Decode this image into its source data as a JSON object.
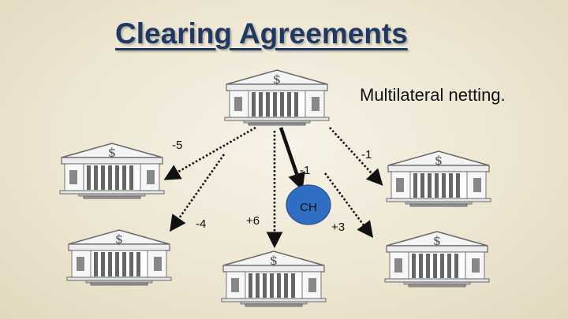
{
  "title": "Clearing Agreements",
  "subtitle": "Multilateral netting.",
  "clearing_house": {
    "label": "CH"
  },
  "icons": {
    "bank": "bank-building-icon",
    "dollar_sign": "$"
  },
  "colors": {
    "title": "#1f3864",
    "clearing_house": "#2f6ec2",
    "arrows": "#111111"
  },
  "flows": [
    {
      "id": "top",
      "label": "-1"
    },
    {
      "id": "left-top",
      "label": "-5"
    },
    {
      "id": "right-top",
      "label": "-1"
    },
    {
      "id": "left-bottom",
      "label": "-4"
    },
    {
      "id": "bottom-middle",
      "label": "+6"
    },
    {
      "id": "right-bottom",
      "label": "+3"
    }
  ]
}
